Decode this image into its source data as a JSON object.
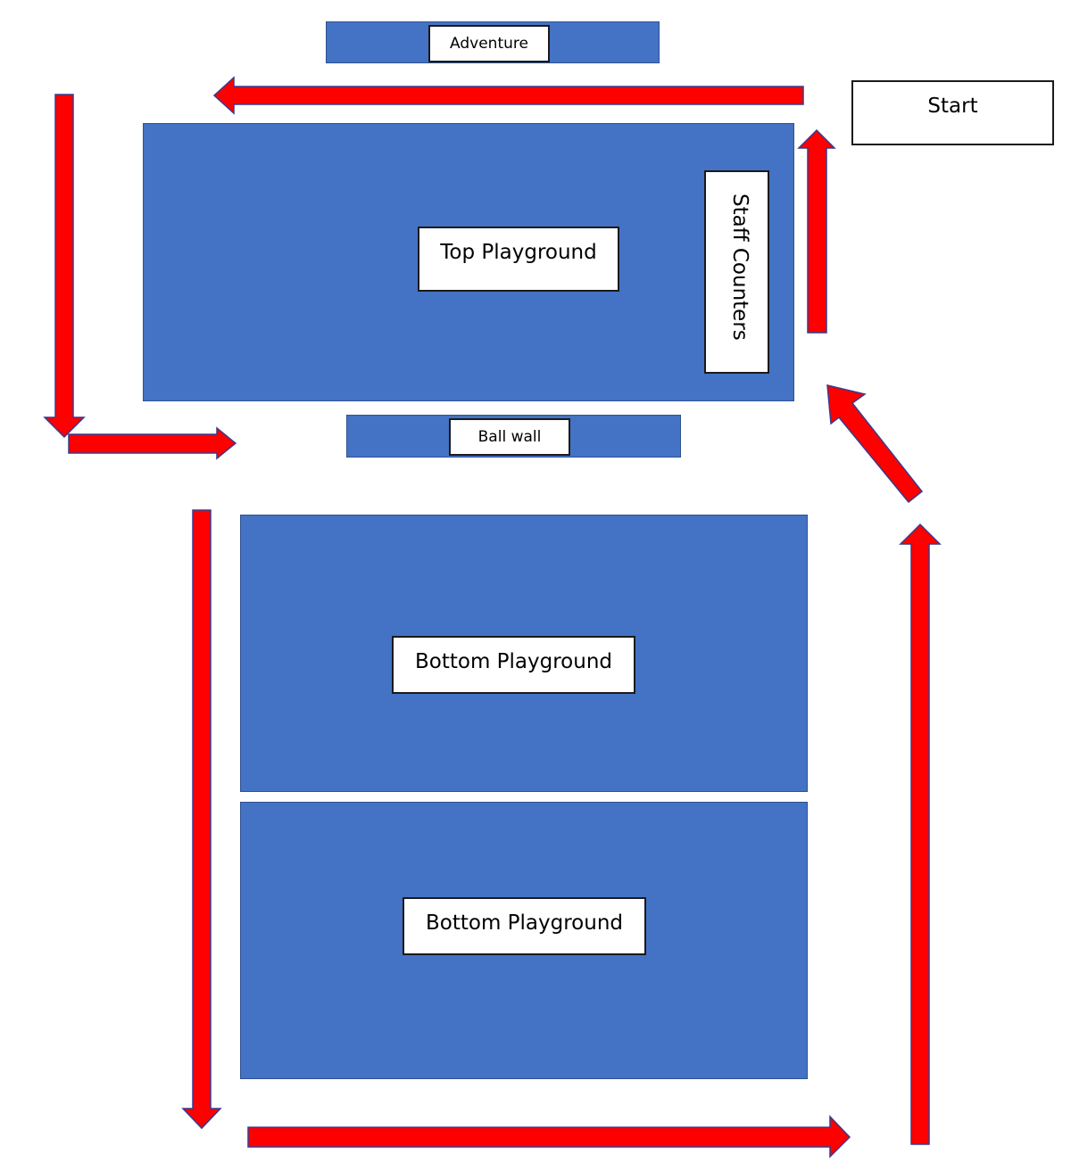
{
  "colors": {
    "zone_fill": "#4472c4",
    "zone_border": "#2f528f",
    "arrow_fill": "#ff0000",
    "arrow_outline": "#3a3a8c"
  },
  "labels": {
    "adventure": "Adventure",
    "start": "Start",
    "top_playground": "Top Playground",
    "staff_counters": "Staff Counters",
    "ball_wall": "Ball wall",
    "bottom_playground_1": "Bottom Playground",
    "bottom_playground_2": "Bottom Playground"
  },
  "arrows": [
    {
      "id": "arrow-start-to-adventure",
      "direction": "left"
    },
    {
      "id": "arrow-left-side-down",
      "direction": "down"
    },
    {
      "id": "arrow-to-ball-wall",
      "direction": "right"
    },
    {
      "id": "arrow-bottom-left-down",
      "direction": "down"
    },
    {
      "id": "arrow-bottom-right",
      "direction": "right"
    },
    {
      "id": "arrow-right-side-up",
      "direction": "up"
    },
    {
      "id": "arrow-diagonal-up-left",
      "direction": "up-left"
    },
    {
      "id": "arrow-staff-up",
      "direction": "up"
    }
  ]
}
